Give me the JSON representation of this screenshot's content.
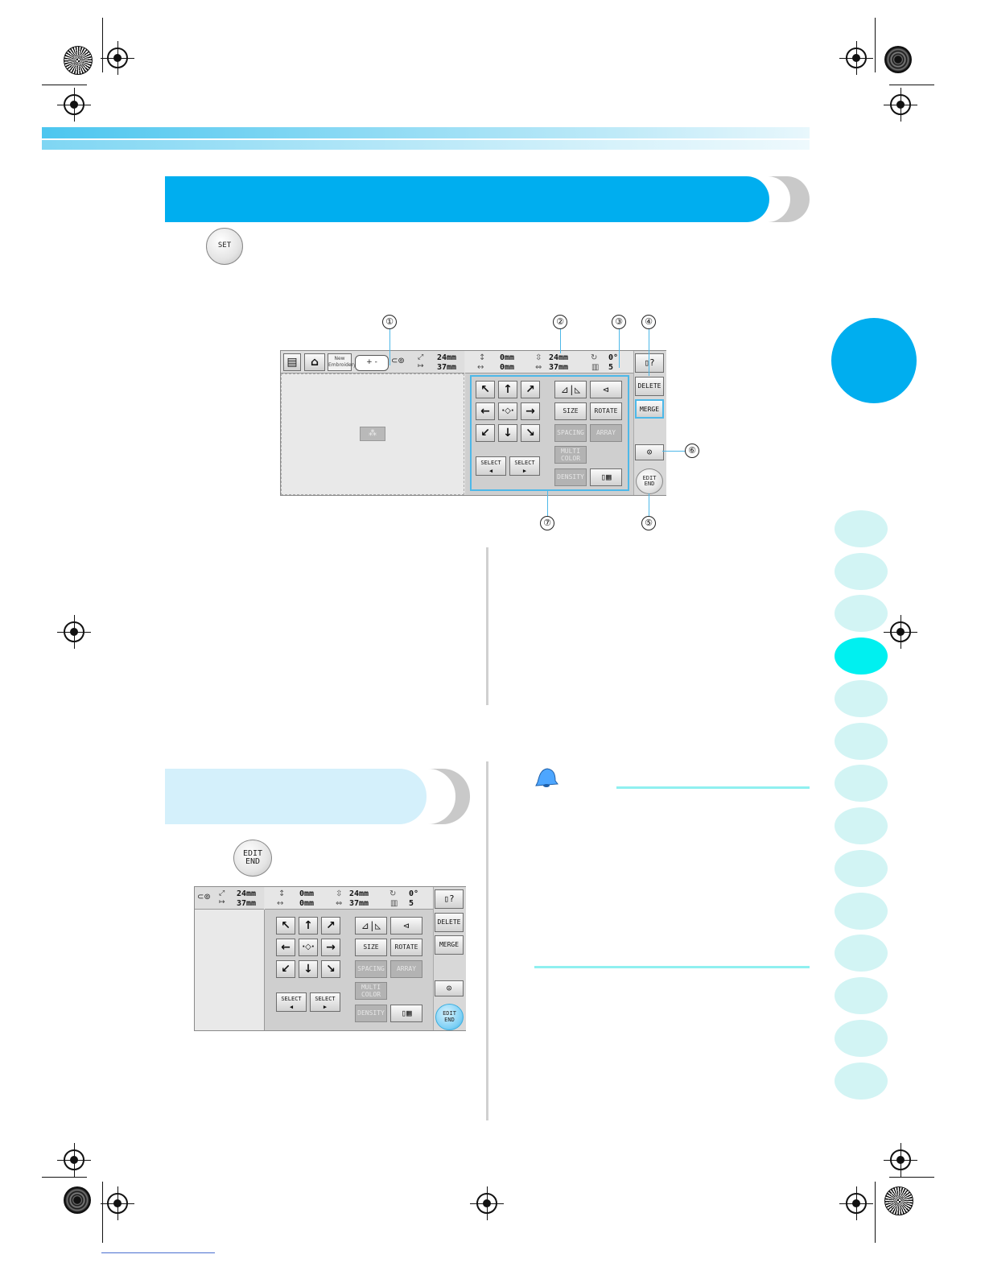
{
  "step_buttons": {
    "set_label": "SET",
    "edit_end_label": "EDIT\nEND"
  },
  "screen1": {
    "toolbar": {
      "new_embroidery_label": "New\nEmbroidery",
      "height": "24mm",
      "width": "37mm"
    },
    "readouts": {
      "vert_offset": "0mm",
      "horiz_offset": "0mm",
      "pattern_height": "24mm",
      "pattern_width": "37mm",
      "rotation": "0°",
      "colors": "5"
    },
    "buttons": {
      "delete": "DELETE",
      "merge": "MERGE",
      "size": "SIZE",
      "rotate": "ROTATE",
      "spacing": "SPACING",
      "array": "ARRAY",
      "multi_color": "MULTI\nCOLOR",
      "density": "DENSITY",
      "select_prev": "SELECT\n◀",
      "select_next": "SELECT\n▶",
      "edit_end": "EDIT\nEND"
    },
    "callouts": [
      "①",
      "②",
      "③",
      "④",
      "⑤",
      "⑥",
      "⑦"
    ]
  },
  "screen2": {
    "toolbar": {
      "height": "24mm",
      "width": "37mm"
    },
    "readouts": {
      "vert_offset": "0mm",
      "horiz_offset": "0mm",
      "pattern_height": "24mm",
      "pattern_width": "37mm",
      "rotation": "0°",
      "colors": "5"
    },
    "buttons": {
      "delete": "DELETE",
      "merge": "MERGE",
      "size": "SIZE",
      "rotate": "ROTATE",
      "spacing": "SPACING",
      "array": "ARRAY",
      "multi_color": "MULTI\nCOLOR",
      "density": "DENSITY",
      "select_prev": "SELECT\n◀",
      "select_next": "SELECT\n▶",
      "edit_end": "EDIT\nEND"
    }
  },
  "colors": {
    "accent": "#00aeef",
    "light_accent": "#d4f0fb",
    "tab_inactive": "#d2f4f4",
    "tab_active": "#00f0f0",
    "note_rule": "#8ff0f0"
  },
  "icons": [
    "memo-icon",
    "bell-icon",
    "help-icon",
    "arrow-icons",
    "mirror-icon",
    "hoop-icon",
    "layout-icon"
  ]
}
